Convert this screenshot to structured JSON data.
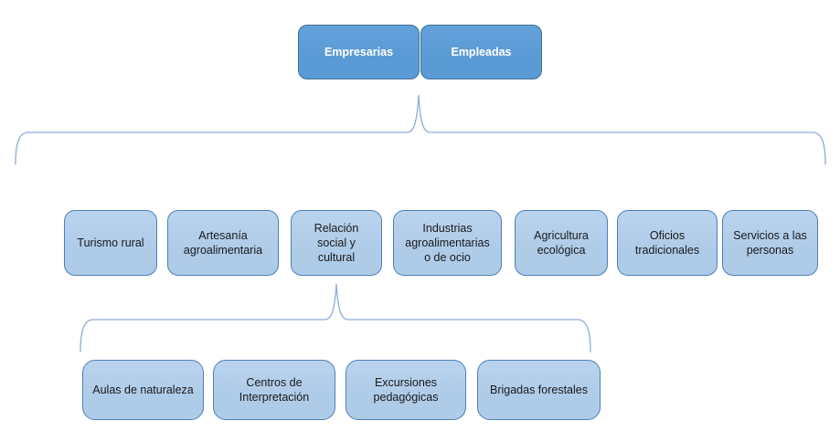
{
  "diagram": {
    "title": "",
    "top_nodes": [
      {
        "label": "Empresarias"
      },
      {
        "label": "Empleadas"
      }
    ],
    "category_nodes": [
      {
        "label": "Turismo rural"
      },
      {
        "label": "Artesanía agroalimentaria"
      },
      {
        "label": "Relación social y cultural"
      },
      {
        "label": "Industrias agroalimentarias o de ocio"
      },
      {
        "label": "Agricultura ecológica"
      },
      {
        "label": "Oficios tradicionales"
      },
      {
        "label": "Servicios a las personas"
      }
    ],
    "subcategory_nodes": [
      {
        "label": "Aulas de naturaleza"
      },
      {
        "label": "Centros de Interpretación"
      },
      {
        "label": "Excursiones pedagógicas"
      },
      {
        "label": "Brigadas forestales"
      }
    ],
    "colors": {
      "background": "#FFFFFF",
      "top_fill": "#5B9BD5",
      "top_border": "#41719C",
      "top_text": "#FFFFFF",
      "category_fill": "#AECBE8",
      "category_border": "#4E80B5",
      "category_text": "#1A1A1A",
      "brace_stroke": "#8CADD6"
    }
  }
}
